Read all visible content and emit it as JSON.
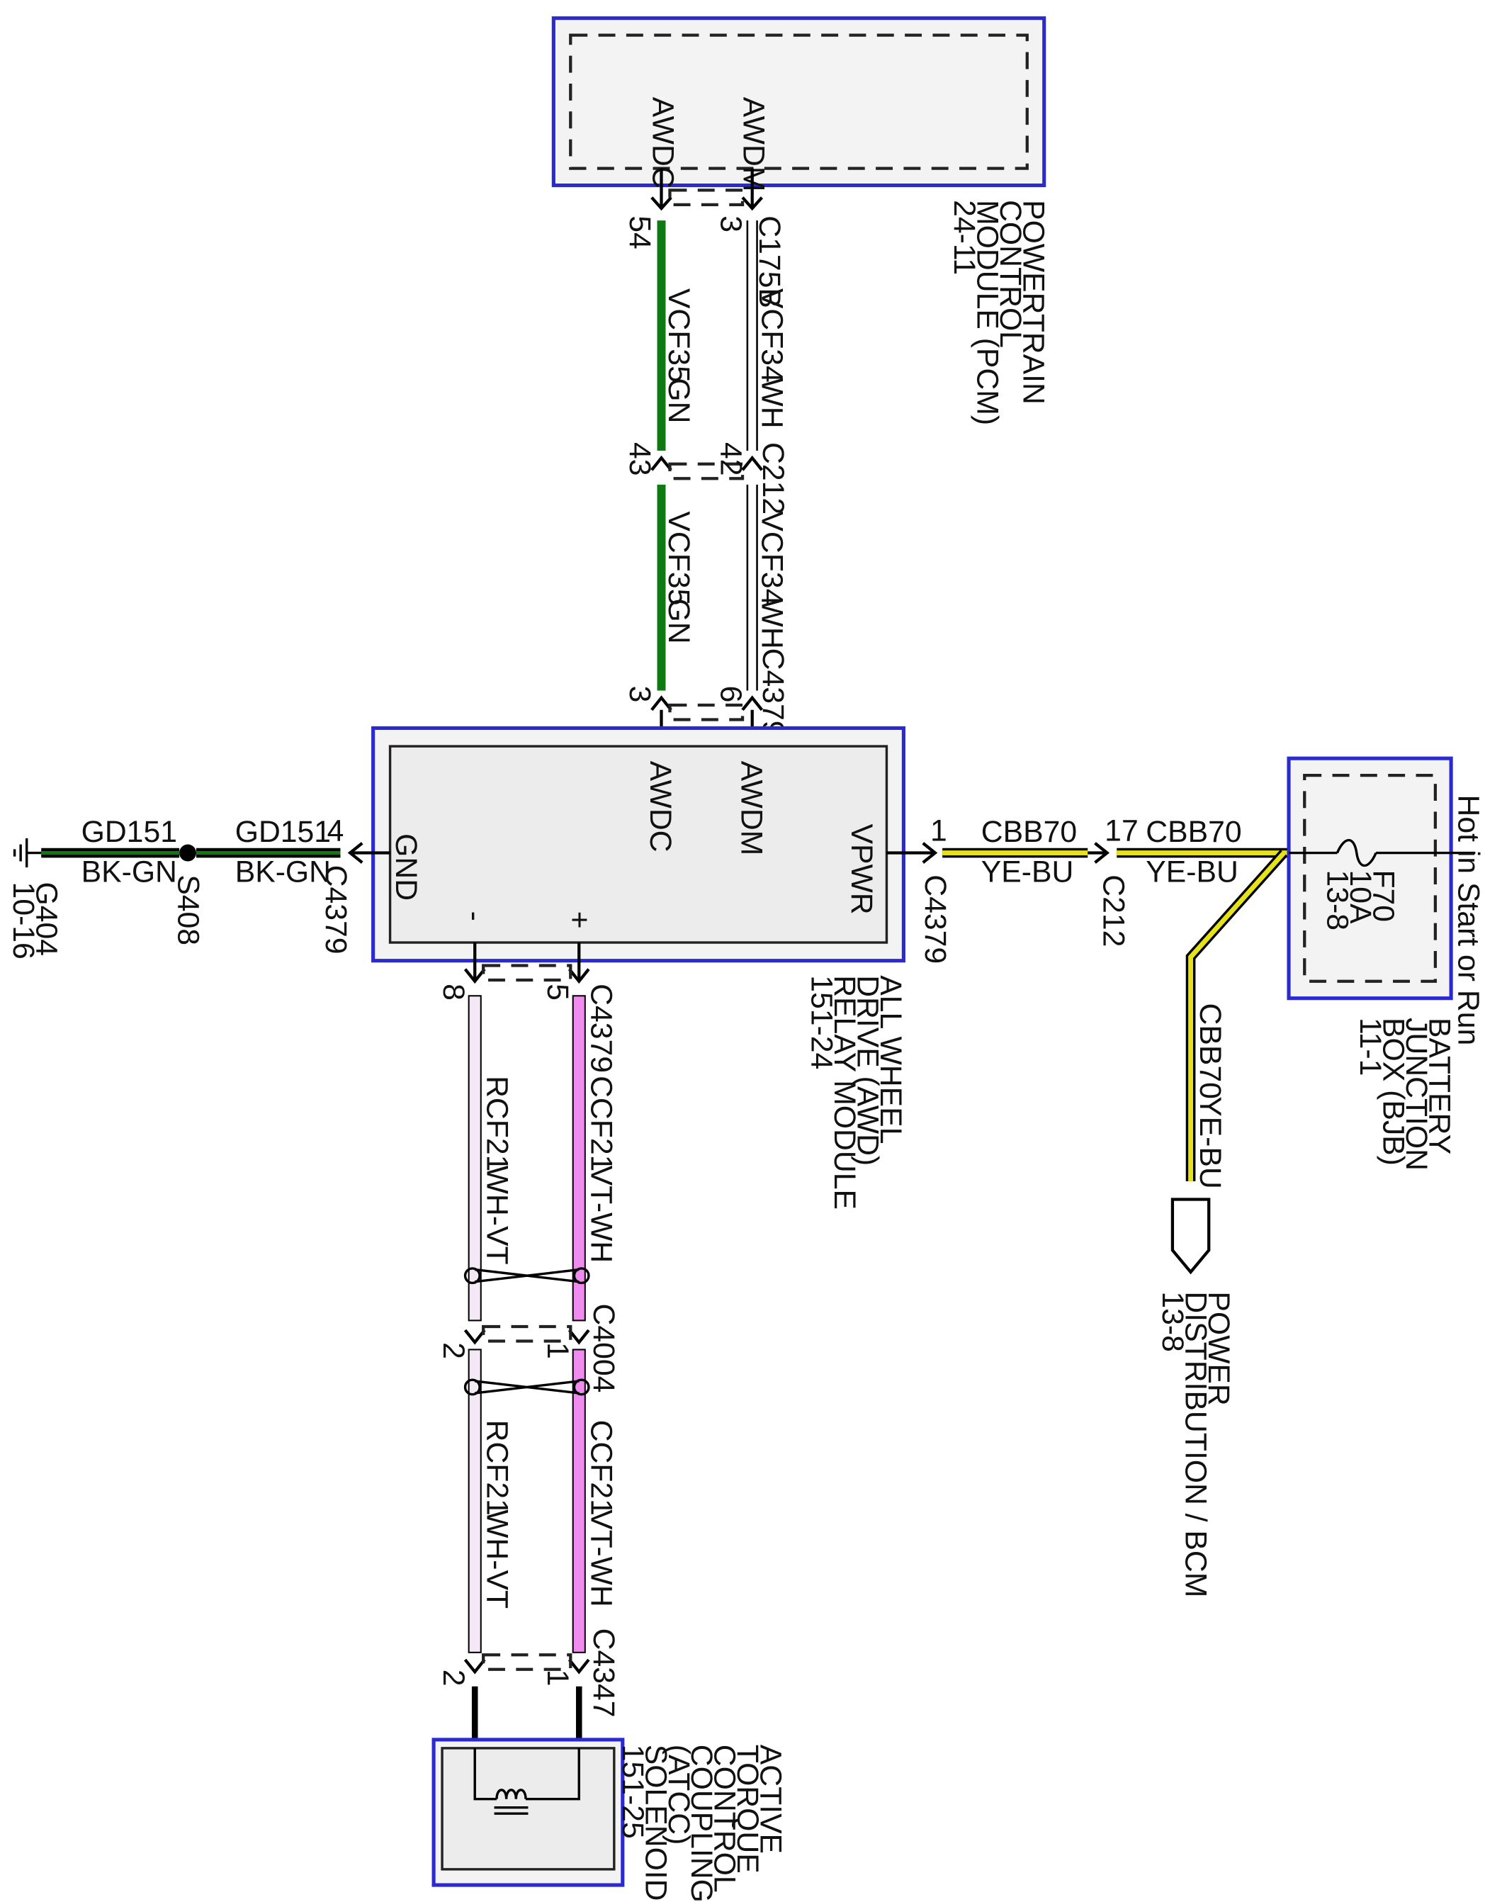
{
  "modules": {
    "pcm": {
      "name": [
        "POWERTRAIN",
        "CONTROL",
        "MODULE (PCM)"
      ],
      "ref": "24-11",
      "pins": [
        "AWDC",
        "AWDM"
      ]
    },
    "awd": {
      "name": [
        "ALL WHEEL",
        "DRIVE (AWD)",
        "RELAY MODULE"
      ],
      "ref": "151-24",
      "pins": [
        "GND",
        "AWDC",
        "AWDM",
        "VPWR",
        "-",
        "+"
      ]
    },
    "bjb": {
      "name": [
        "BATTERY",
        "JUNCTION",
        "BOX (BJB)"
      ],
      "ref": "11-1",
      "hot": "Hot in Start or Run",
      "fuse": "F70",
      "rating": "10A",
      "fuse_ref": "13-8"
    },
    "atcc": {
      "name": [
        "ACTIVE",
        "TORQUE",
        "CONTROL",
        "COUPLING",
        "(ATCC)",
        "SOLENOID"
      ],
      "ref": "151-25"
    },
    "pd": {
      "name": [
        "POWER",
        "DISTRIBUTION / BCM"
      ],
      "ref": "13-8"
    }
  },
  "connectors": {
    "c175b": {
      "id": "C175B",
      "pin_awdc": "54",
      "pin_awdm": "3"
    },
    "c212_top": {
      "id": "C212",
      "pin_awdc": "43",
      "pin_awdm": "42"
    },
    "c4379_top": {
      "id": "C4379",
      "pin_awdc": "3",
      "pin_awdm": "6"
    },
    "c4379_gnd": {
      "id": "C4379",
      "pin": "4"
    },
    "c4379_pwr": {
      "id": "C4379",
      "pin": "1"
    },
    "c212_pwr": {
      "id": "C212",
      "pin": "17"
    },
    "c4379_bot": {
      "id": "C4379",
      "pin_minus": "8",
      "pin_plus": "5"
    },
    "c4004": {
      "id": "C4004",
      "pin_minus": "2",
      "pin_plus": "1"
    },
    "c4347": {
      "id": "C4347",
      "pin_minus": "2",
      "pin_plus": "1"
    }
  },
  "circuits": {
    "vcf35": {
      "name": "VCF35",
      "color": "GN",
      "hex": "#0f7a12"
    },
    "vcf34": {
      "name": "VCF34",
      "color": "WH",
      "hex": "#ffffff"
    },
    "gd151": {
      "name": "GD151",
      "color": "BK-GN",
      "hex": "#0f7a12"
    },
    "cbb70": {
      "name": "CBB70",
      "color": "YE-BU",
      "hex": "#e6e21a"
    },
    "rcf21": {
      "name": "RCF21",
      "color": "WH-VT",
      "hex": "#f4e8f6"
    },
    "ccf21": {
      "name": "CCF21",
      "color": "VT-WH",
      "hex": "#f08cf0"
    }
  },
  "splice": "S408",
  "ground": {
    "id": "G404",
    "ref": "10-16"
  }
}
